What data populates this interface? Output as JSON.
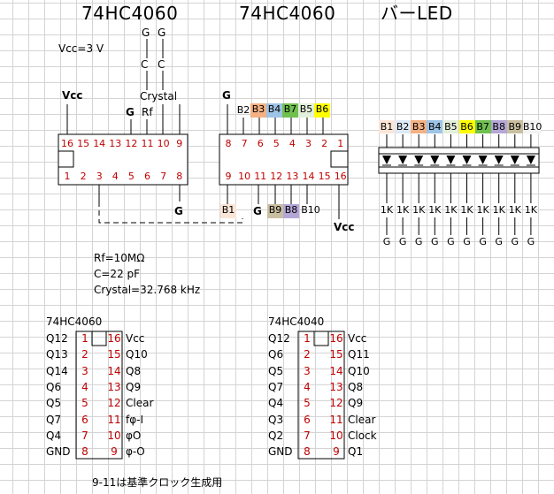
{
  "titles": {
    "left": "74HC4060",
    "middle": "74HC4060",
    "right": "バーLED"
  },
  "labels": {
    "vcc_volt": "Vcc=3 V",
    "crystal": "Crystal",
    "rf": "Rf",
    "vcc": "Vcc",
    "g": "G",
    "c": "C",
    "b1": "B1",
    "b2": "B2",
    "b9": "B9",
    "b8": "B8",
    "b10": "B10",
    "b3": "B3",
    "b4": "B4",
    "b7": "B7",
    "b5": "B5",
    "b6": "B6"
  },
  "colors": {
    "b3": "#f4b183",
    "b4": "#9dc3e6",
    "b7": "#70c050",
    "b6": "#ffff00",
    "b8": "#b4a7d6",
    "b9": "#c9bfa0",
    "b1": "#fbe5d6",
    "b2": "#dce9f5",
    "b5": "#e2efda",
    "b10": "#f2f2f2",
    "pin": "#c00000"
  },
  "chip1": {
    "top_pins": [
      "16",
      "15",
      "14",
      "13",
      "12",
      "11",
      "10",
      "9"
    ],
    "bottom_pins": [
      "1",
      "2",
      "3",
      "4",
      "5",
      "6",
      "7",
      "8"
    ]
  },
  "chip2": {
    "top_pins": [
      "8",
      "7",
      "6",
      "5",
      "4",
      "3",
      "2",
      "1"
    ],
    "bottom_pins": [
      "9",
      "10",
      "11",
      "12",
      "13",
      "14",
      "15",
      "16"
    ]
  },
  "led": {
    "names": [
      "B1",
      "B2",
      "B3",
      "B4",
      "B5",
      "B6",
      "B7",
      "B8",
      "B9",
      "B10"
    ],
    "resistor": "1K",
    "ground": "G"
  },
  "formula": {
    "rf": "Rf=10MΩ",
    "c": "C=22 pF",
    "crystal": "Crystal=32.768 kHz"
  },
  "table1": {
    "title": "74HC4060",
    "left": [
      "Q12",
      "Q13",
      "Q14",
      "Q6",
      "Q5",
      "Q7",
      "Q4",
      "GND"
    ],
    "pins_left": [
      "1",
      "2",
      "3",
      "4",
      "5",
      "6",
      "7",
      "8"
    ],
    "pins_right": [
      "16",
      "15",
      "14",
      "13",
      "12",
      "11",
      "10",
      "9"
    ],
    "right": [
      "Vcc",
      "Q10",
      "Q8",
      "Q9",
      "Clear",
      "fφ-I",
      "φO",
      "φ-O"
    ]
  },
  "table2": {
    "title": "74HC4040",
    "left": [
      "Q12",
      "Q6",
      "Q5",
      "Q7",
      "Q4",
      "Q3",
      "Q2",
      "GND"
    ],
    "pins_left": [
      "1",
      "2",
      "3",
      "4",
      "5",
      "6",
      "7",
      "8"
    ],
    "pins_right": [
      "16",
      "15",
      "14",
      "13",
      "12",
      "11",
      "10",
      "9"
    ],
    "right": [
      "Vcc",
      "Q11",
      "Q10",
      "Q8",
      "Q9",
      "Clear",
      "Clock",
      "Q1"
    ]
  },
  "note": "9-11は基準クロック生成用"
}
